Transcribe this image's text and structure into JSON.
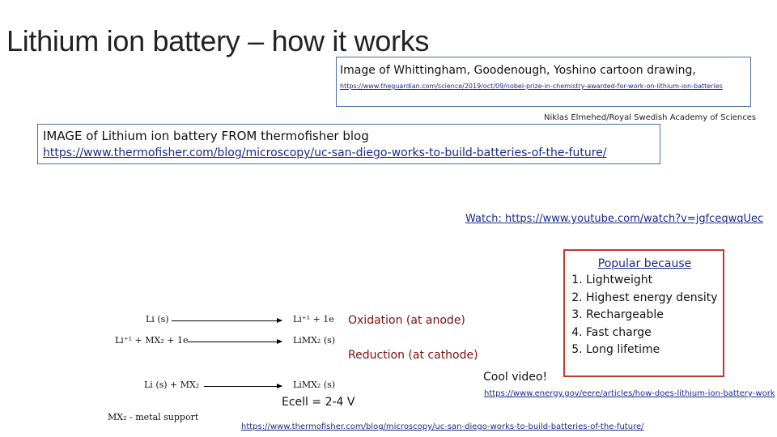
{
  "slide": {
    "title": "Lithium ion battery – how it works",
    "caption_box": {
      "text": "Image of Whittingham, Goodenough, Yoshino cartoon drawing,",
      "url": "https://www.theguardian.com/science/2019/oct/09/nobel-prize-in-chemistry-awarded-for-work-on-lithium-ion-batteries"
    },
    "credit": "Niklas Elmehed/Royal Swedish Academy of Sciences",
    "image_box": {
      "text": "IMAGE of Lithium ion battery FROM thermofisher blog",
      "url": "https://www.thermofisher.com/blog/microscopy/uc-san-diego-works-to-build-batteries-of-the-future/"
    },
    "watch_link": "Watch: https://www.youtube.com/watch?v=jgfceqwqUec",
    "popular": {
      "heading": "Popular because",
      "items": [
        "Lightweight",
        "Highest energy density",
        "Rechargeable",
        "Fast charge",
        "Long lifetime"
      ]
    },
    "equations": {
      "eq1_left": "Li (s)",
      "eq1_right": "Li⁺¹ + 1e",
      "eq2_left": "Li⁺¹ + MX₂ + 1e",
      "eq2_right": "LiMX₂ (s)",
      "eq3_left": "Li (s) + MX₂",
      "eq3_right": "LiMX₂ (s)",
      "footnote": "MX₂ - metal support"
    },
    "oxidation_label": "Oxidation (at anode)",
    "reduction_label": "Reduction (at cathode)",
    "ecell": "Ecell = 2-4 V",
    "cool_video": "Cool video!",
    "energy_link": "https://www.energy.gov/eere/articles/how-does-lithium-ion-battery-work",
    "bottom_link": "https://www.thermofisher.com/blog/microscopy/uc-san-diego-works-to-build-batteries-of-the-future/"
  }
}
